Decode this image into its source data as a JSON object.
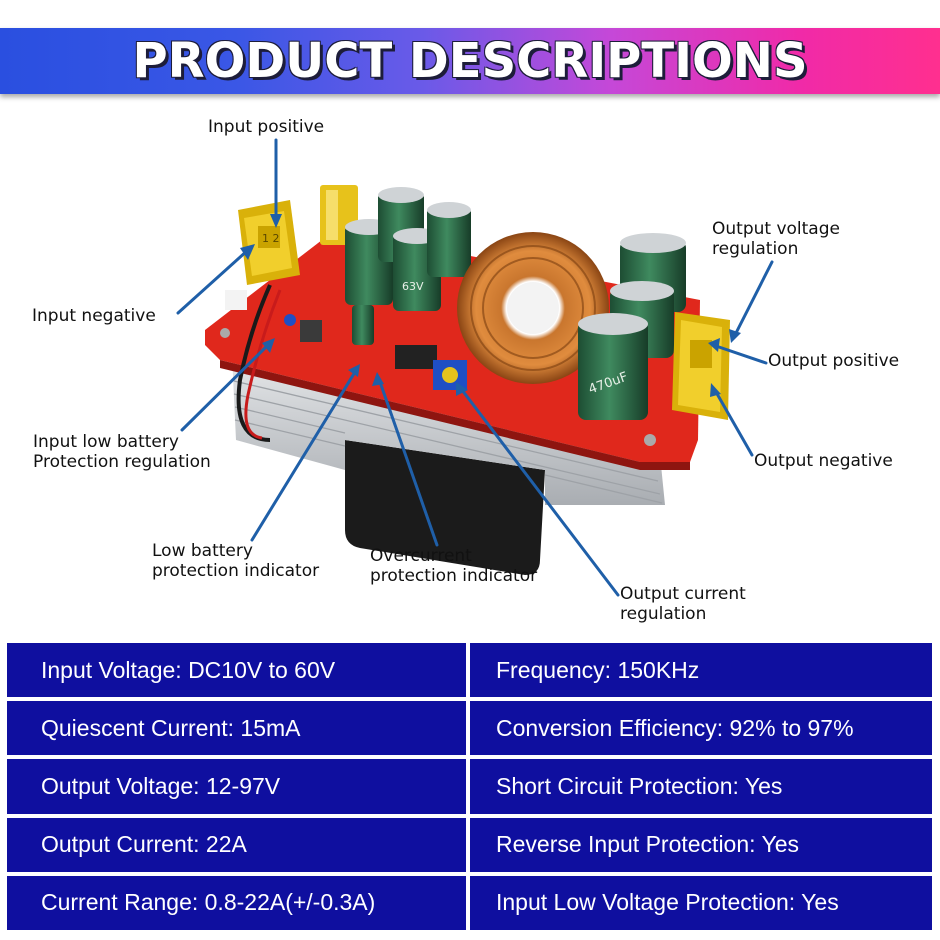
{
  "header": {
    "title": "PRODUCT DESCRIPTIONS"
  },
  "callouts": {
    "input_positive": "Input positive",
    "input_negative": "Input negative",
    "input_low_battery": "Input low battery\nProtection regulation",
    "low_battery_indicator": "Low battery\nprotection indicator",
    "overcurrent_indicator": "Overcurrent\nprotection indicator",
    "output_current_regulation": "Output current\nregulation",
    "output_voltage_regulation": "Output voltage\nregulation",
    "output_positive": "Output positive",
    "output_negative": "Output negative"
  },
  "component_markings": {
    "cap_voltage": "63V",
    "cap_main": "470uF",
    "terminal": "1 2"
  },
  "specs": [
    {
      "left": "Input Voltage: DC10V to 60V",
      "right": "Frequency: 150KHz"
    },
    {
      "left": "Quiescent Current: 15mA",
      "right": "Conversion Efficiency: 92% to 97%"
    },
    {
      "left": "Output Voltage: 12-97V",
      "right": "Short Circuit Protection: Yes"
    },
    {
      "left": "Output Current: 22A",
      "right": "Reverse Input Protection: Yes"
    },
    {
      "left": "Current Range: 0.8-22A(+/-0.3A)",
      "right": "Input Low Voltage Protection: Yes"
    }
  ],
  "colors": {
    "pcb": "#e0281c",
    "table_bg": "#0f0f9f",
    "arrow": "#1f5fa8",
    "heatsink": "#c9ccd0"
  }
}
